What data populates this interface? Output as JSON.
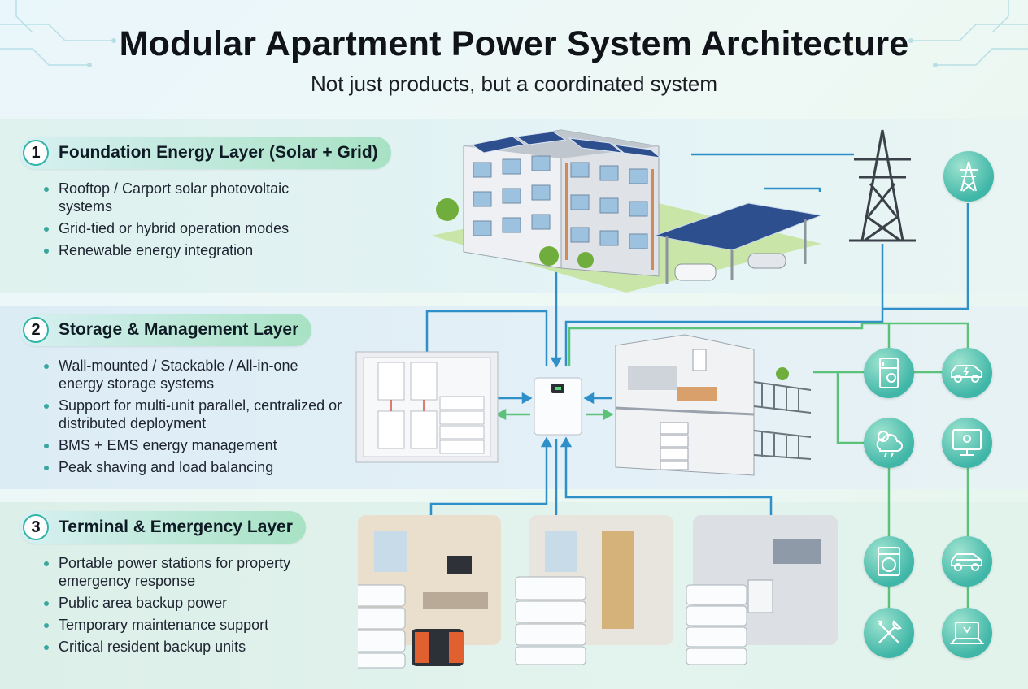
{
  "header": {
    "title": "Modular Apartment Power System Architecture",
    "subtitle": "Not just products, but a coordinated system"
  },
  "layers": [
    {
      "number": "1",
      "title": "Foundation Energy Layer (Solar + Grid)",
      "bullets": [
        "Rooftop / Carport solar photovoltaic systems",
        "Grid-tied or hybrid operation modes",
        "Renewable energy integration"
      ]
    },
    {
      "number": "2",
      "title": "Storage & Management Layer",
      "bullets": [
        "Wall-mounted / Stackable / All-in-one energy storage systems",
        "Support for multi-unit parallel, centralized or distributed deployment",
        "BMS + EMS energy management",
        "Peak shaving and load balancing"
      ]
    },
    {
      "number": "3",
      "title": "Terminal & Emergency Layer",
      "bullets": [
        "Portable power stations for property emergency response",
        "Public area backup power",
        "Temporary maintenance support",
        "Critical resident backup units"
      ]
    }
  ],
  "icons": [
    "transmission-tower-icon",
    "refrigerator-icon",
    "electric-car-icon",
    "weather-icon",
    "monitor-icon",
    "washing-machine-icon",
    "car-icon",
    "tools-icon",
    "laptop-icon"
  ],
  "colors": {
    "accent": "#3fb6a7",
    "wire_blue": "#2f8fc9",
    "wire_green": "#5cc27a"
  }
}
